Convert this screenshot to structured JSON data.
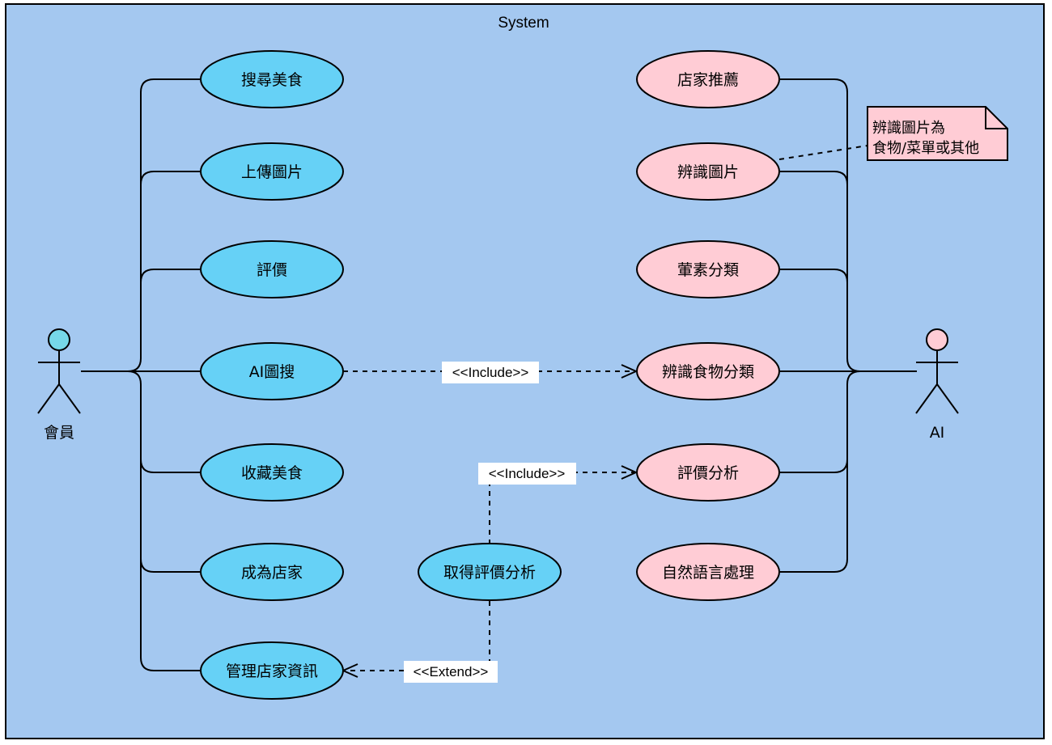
{
  "system": {
    "title": "System"
  },
  "colors": {
    "system_fill": "#a4c8f0",
    "member_usecase_fill": "#66d1f6",
    "ai_usecase_fill": "#ffccd5",
    "member_actor_fill": "#76d8e8",
    "ai_actor_fill": "#ffccd5",
    "note_fill": "#ffccd5",
    "stroke": "#000000"
  },
  "actors": {
    "member": {
      "label": "會員"
    },
    "ai": {
      "label": "AI"
    }
  },
  "usecases": {
    "search_food": "搜尋美食",
    "upload_image": "上傳圖片",
    "review": "評價",
    "ai_image_search": "AI圖搜",
    "favorite_food": "收藏美食",
    "become_store": "成為店家",
    "manage_store_info": "管理店家資訊",
    "get_review_analysis": "取得評價分析",
    "store_recommendation": "店家推薦",
    "recognize_image": "辨識圖片",
    "veg_classification": "葷素分類",
    "recognize_food_classification": "辨識食物分類",
    "review_analysis": "評價分析",
    "nlp": "自然語言處理"
  },
  "stereotypes": {
    "include_1": "<<Include>>",
    "include_2": "<<Include>>",
    "extend_1": "<<Extend>>"
  },
  "note": {
    "line1": "辨識圖片為",
    "line2": "食物/菜單或其他"
  }
}
